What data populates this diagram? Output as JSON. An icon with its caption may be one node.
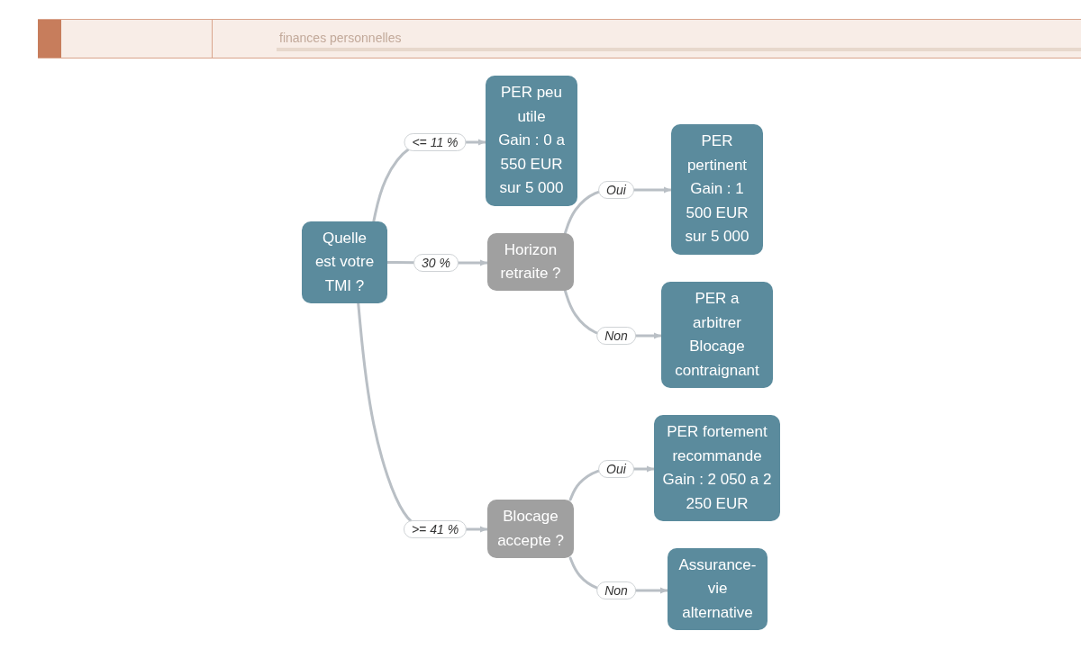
{
  "diagram": {
    "nodes": [
      {
        "text": [
          "Quelle est votre TMI ?"
        ]
      },
      {
        "text": [
          "PER peu utile",
          "Gain : 0 a 550 EUR sur 5 000"
        ]
      },
      {
        "text": [
          "Horizon retraite ?"
        ]
      },
      {
        "text": [
          "PER pertinent",
          "Gain : 1 500 EUR sur 5 000"
        ]
      },
      {
        "text": [
          "PER a arbitrer",
          "Blocage contraignant"
        ]
      },
      {
        "text": [
          "Blocage accepte ?"
        ]
      },
      {
        "text": [
          "PER fortement recommande",
          "Gain : 2 050 a 2 250 EUR"
        ]
      },
      {
        "text": [
          "Assurance-vie alternative"
        ]
      }
    ],
    "edges": [
      {
        "from": 0,
        "to": 1,
        "arrow": "to",
        "label": "<= 11 %"
      },
      {
        "from": 0,
        "to": 2,
        "arrow": "to",
        "label": "30 %"
      },
      {
        "from": 0,
        "to": 5,
        "arrow": "to",
        "label": ">= 41 %"
      },
      {
        "from": 2,
        "to": 3,
        "arrow": "to",
        "label": "Oui"
      },
      {
        "from": 2,
        "to": 4,
        "arrow": "to",
        "label": "Non"
      },
      {
        "from": 5,
        "to": 6,
        "arrow": "to",
        "label": "Oui"
      },
      {
        "from": 5,
        "to": 7,
        "arrow": "to",
        "label": "Non"
      }
    ],
    "labels": [
      "finances personnelles"
    ]
  }
}
